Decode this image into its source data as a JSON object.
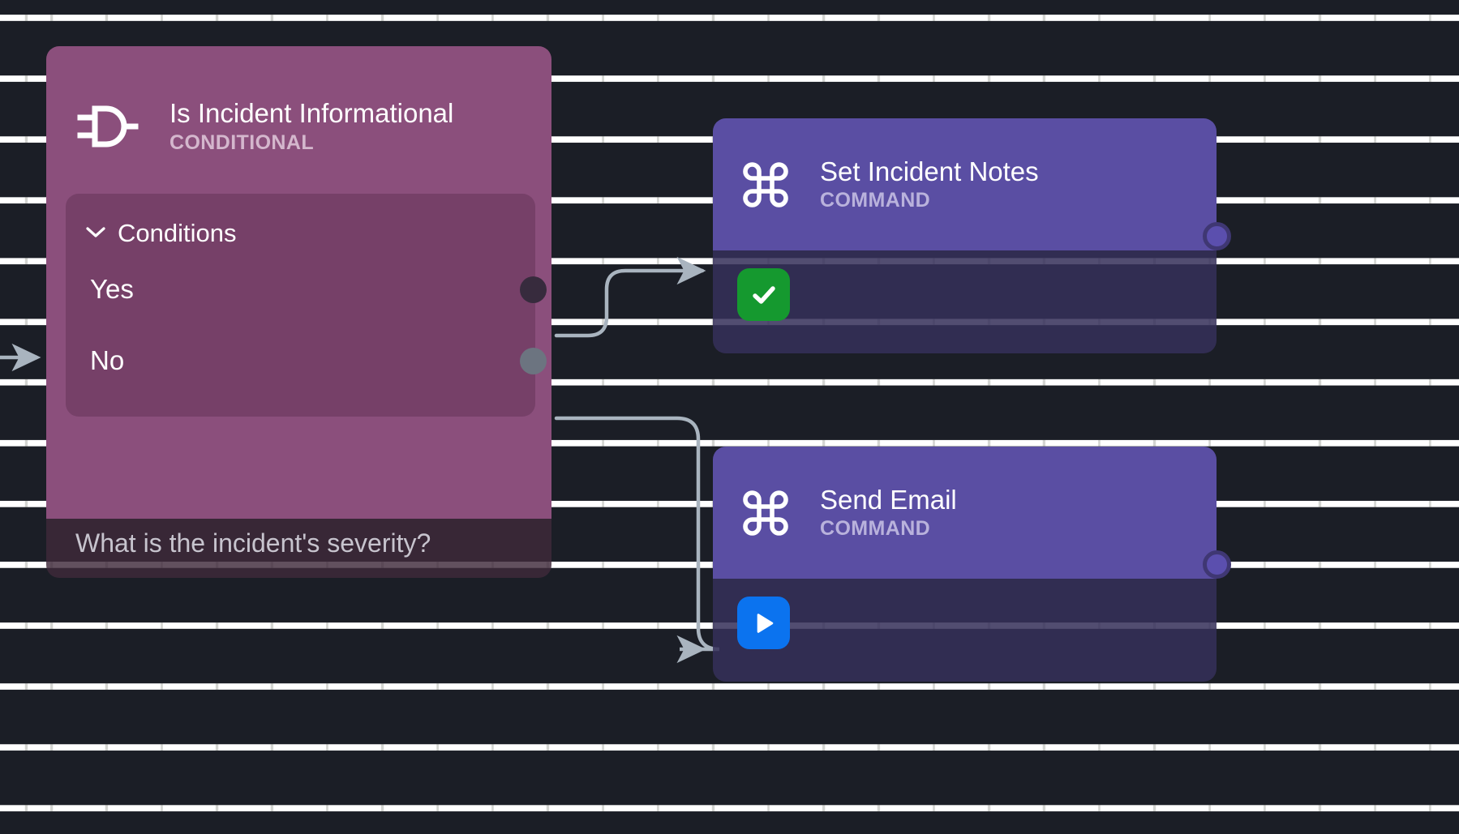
{
  "canvas": {
    "background_color": "#1b1e26",
    "grid": "dot-grid"
  },
  "diagram": {
    "type": "workflow-graph",
    "nodes": [
      {
        "id": "is-incident-informational",
        "title": "Is Incident Informational",
        "subtitle": "CONDITIONAL",
        "icon": "logic-gate-icon",
        "color": "#8b4f7c",
        "panel": {
          "title": "Conditions",
          "expanded": true,
          "chevron": "chevron-down-icon",
          "rows": [
            {
              "label": "Yes",
              "port_color": "#372b3d"
            },
            {
              "label": "No",
              "port_color": "#6c7480"
            }
          ]
        },
        "footer": {
          "question": "What is the incident's severity?",
          "status_badge": "check-icon",
          "status_color": "#15992f"
        }
      },
      {
        "id": "set-incident-notes",
        "title": "Set Incident Notes",
        "subtitle": "COMMAND",
        "icon": "command-icon",
        "color": "#5a4ea3",
        "footer": {
          "status_badge": "check-icon",
          "status_color": "#15992f"
        },
        "output_port_color": "#5b4fae"
      },
      {
        "id": "send-email",
        "title": "Send Email",
        "subtitle": "COMMAND",
        "icon": "command-icon",
        "color": "#5a4ea3",
        "footer": {
          "status_badge": "play-icon",
          "status_color": "#0b73ef"
        },
        "output_port_color": "#5b4fae"
      }
    ],
    "edges": [
      {
        "id": "incoming",
        "from": "",
        "to": "is-incident-informational",
        "arrow": true
      },
      {
        "id": "yes-edge",
        "from": "is-incident-informational.Yes",
        "to": "set-incident-notes",
        "arrow": true
      },
      {
        "id": "no-edge",
        "from": "is-incident-informational.No",
        "to": "send-email",
        "arrow": true
      }
    ],
    "edge_color": "#a9b4bf"
  }
}
